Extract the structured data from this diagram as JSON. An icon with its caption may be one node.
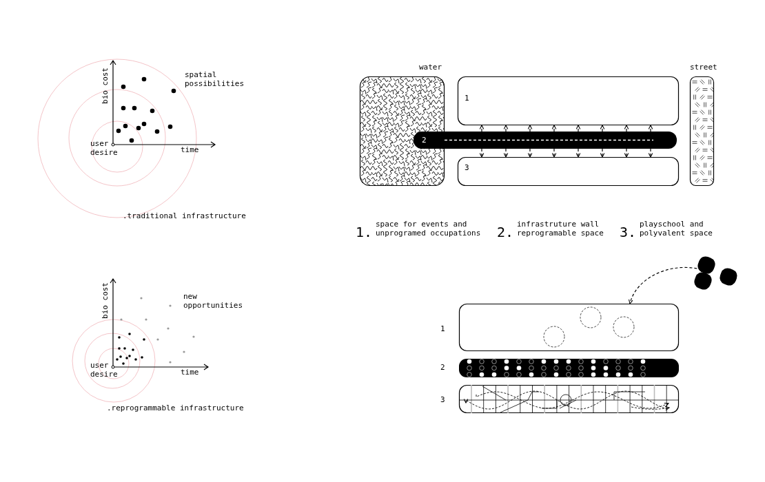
{
  "diagram": {
    "nodes": [
      {
        "text": [
          "water"
        ]
      },
      {
        "text": [
          "1"
        ]
      },
      {
        "text": [
          "2"
        ]
      },
      {
        "text": [
          "3"
        ]
      },
      {
        "text": [
          "street"
        ]
      },
      {
        "text": [
          "1"
        ]
      },
      {
        "text": [
          "2"
        ]
      },
      {
        "text": [
          "3"
        ]
      },
      {
        "text": [],
        "shape": "picture"
      }
    ],
    "edges": [
      {
        "from": 2,
        "to": 1,
        "arrow": "to",
        "style": "dashed"
      },
      {
        "from": 2,
        "to": 3,
        "arrow": "to",
        "style": "dashed"
      },
      {
        "from": 2,
        "to": 1,
        "arrow": "to",
        "style": "dashed"
      },
      {
        "from": 2,
        "to": 3,
        "arrow": "to",
        "style": "dashed"
      },
      {
        "from": 2,
        "to": 1,
        "arrow": "to",
        "style": "dashed"
      },
      {
        "from": 2,
        "to": 3,
        "arrow": "to",
        "style": "dashed"
      },
      {
        "from": 2,
        "to": 1,
        "arrow": "to",
        "style": "dashed"
      },
      {
        "from": 2,
        "to": 3,
        "arrow": "to",
        "style": "dashed"
      },
      {
        "from": 2,
        "to": 1,
        "arrow": "to",
        "style": "dashed"
      },
      {
        "from": 2,
        "to": 3,
        "arrow": "to",
        "style": "dashed"
      },
      {
        "from": 2,
        "to": 1,
        "arrow": "to",
        "style": "dashed"
      },
      {
        "from": 2,
        "to": 3,
        "arrow": "to",
        "style": "dashed"
      },
      {
        "from": 2,
        "to": 1,
        "arrow": "to",
        "style": "dashed"
      },
      {
        "from": 2,
        "to": 3,
        "arrow": "to",
        "style": "dashed"
      },
      {
        "from": 2,
        "to": 1,
        "arrow": "to",
        "style": "dashed"
      },
      {
        "from": 2,
        "to": 3,
        "arrow": "to",
        "style": "dashed"
      },
      {
        "from": 8,
        "to": 5,
        "arrow": "to",
        "style": "dashed"
      }
    ],
    "labels": [
      "bio cost",
      "spatial possibilities",
      "user desire",
      "time",
      ".traditional infrastructure",
      "1.",
      "space for events and unprogramed occupations",
      "2.",
      "infrastruture wall reprogramable space",
      "3.",
      "playschool and polyvalent space",
      "bio cost",
      "new opportunities",
      "user desire",
      "time",
      ".reprogrammable infrastructure"
    ]
  }
}
